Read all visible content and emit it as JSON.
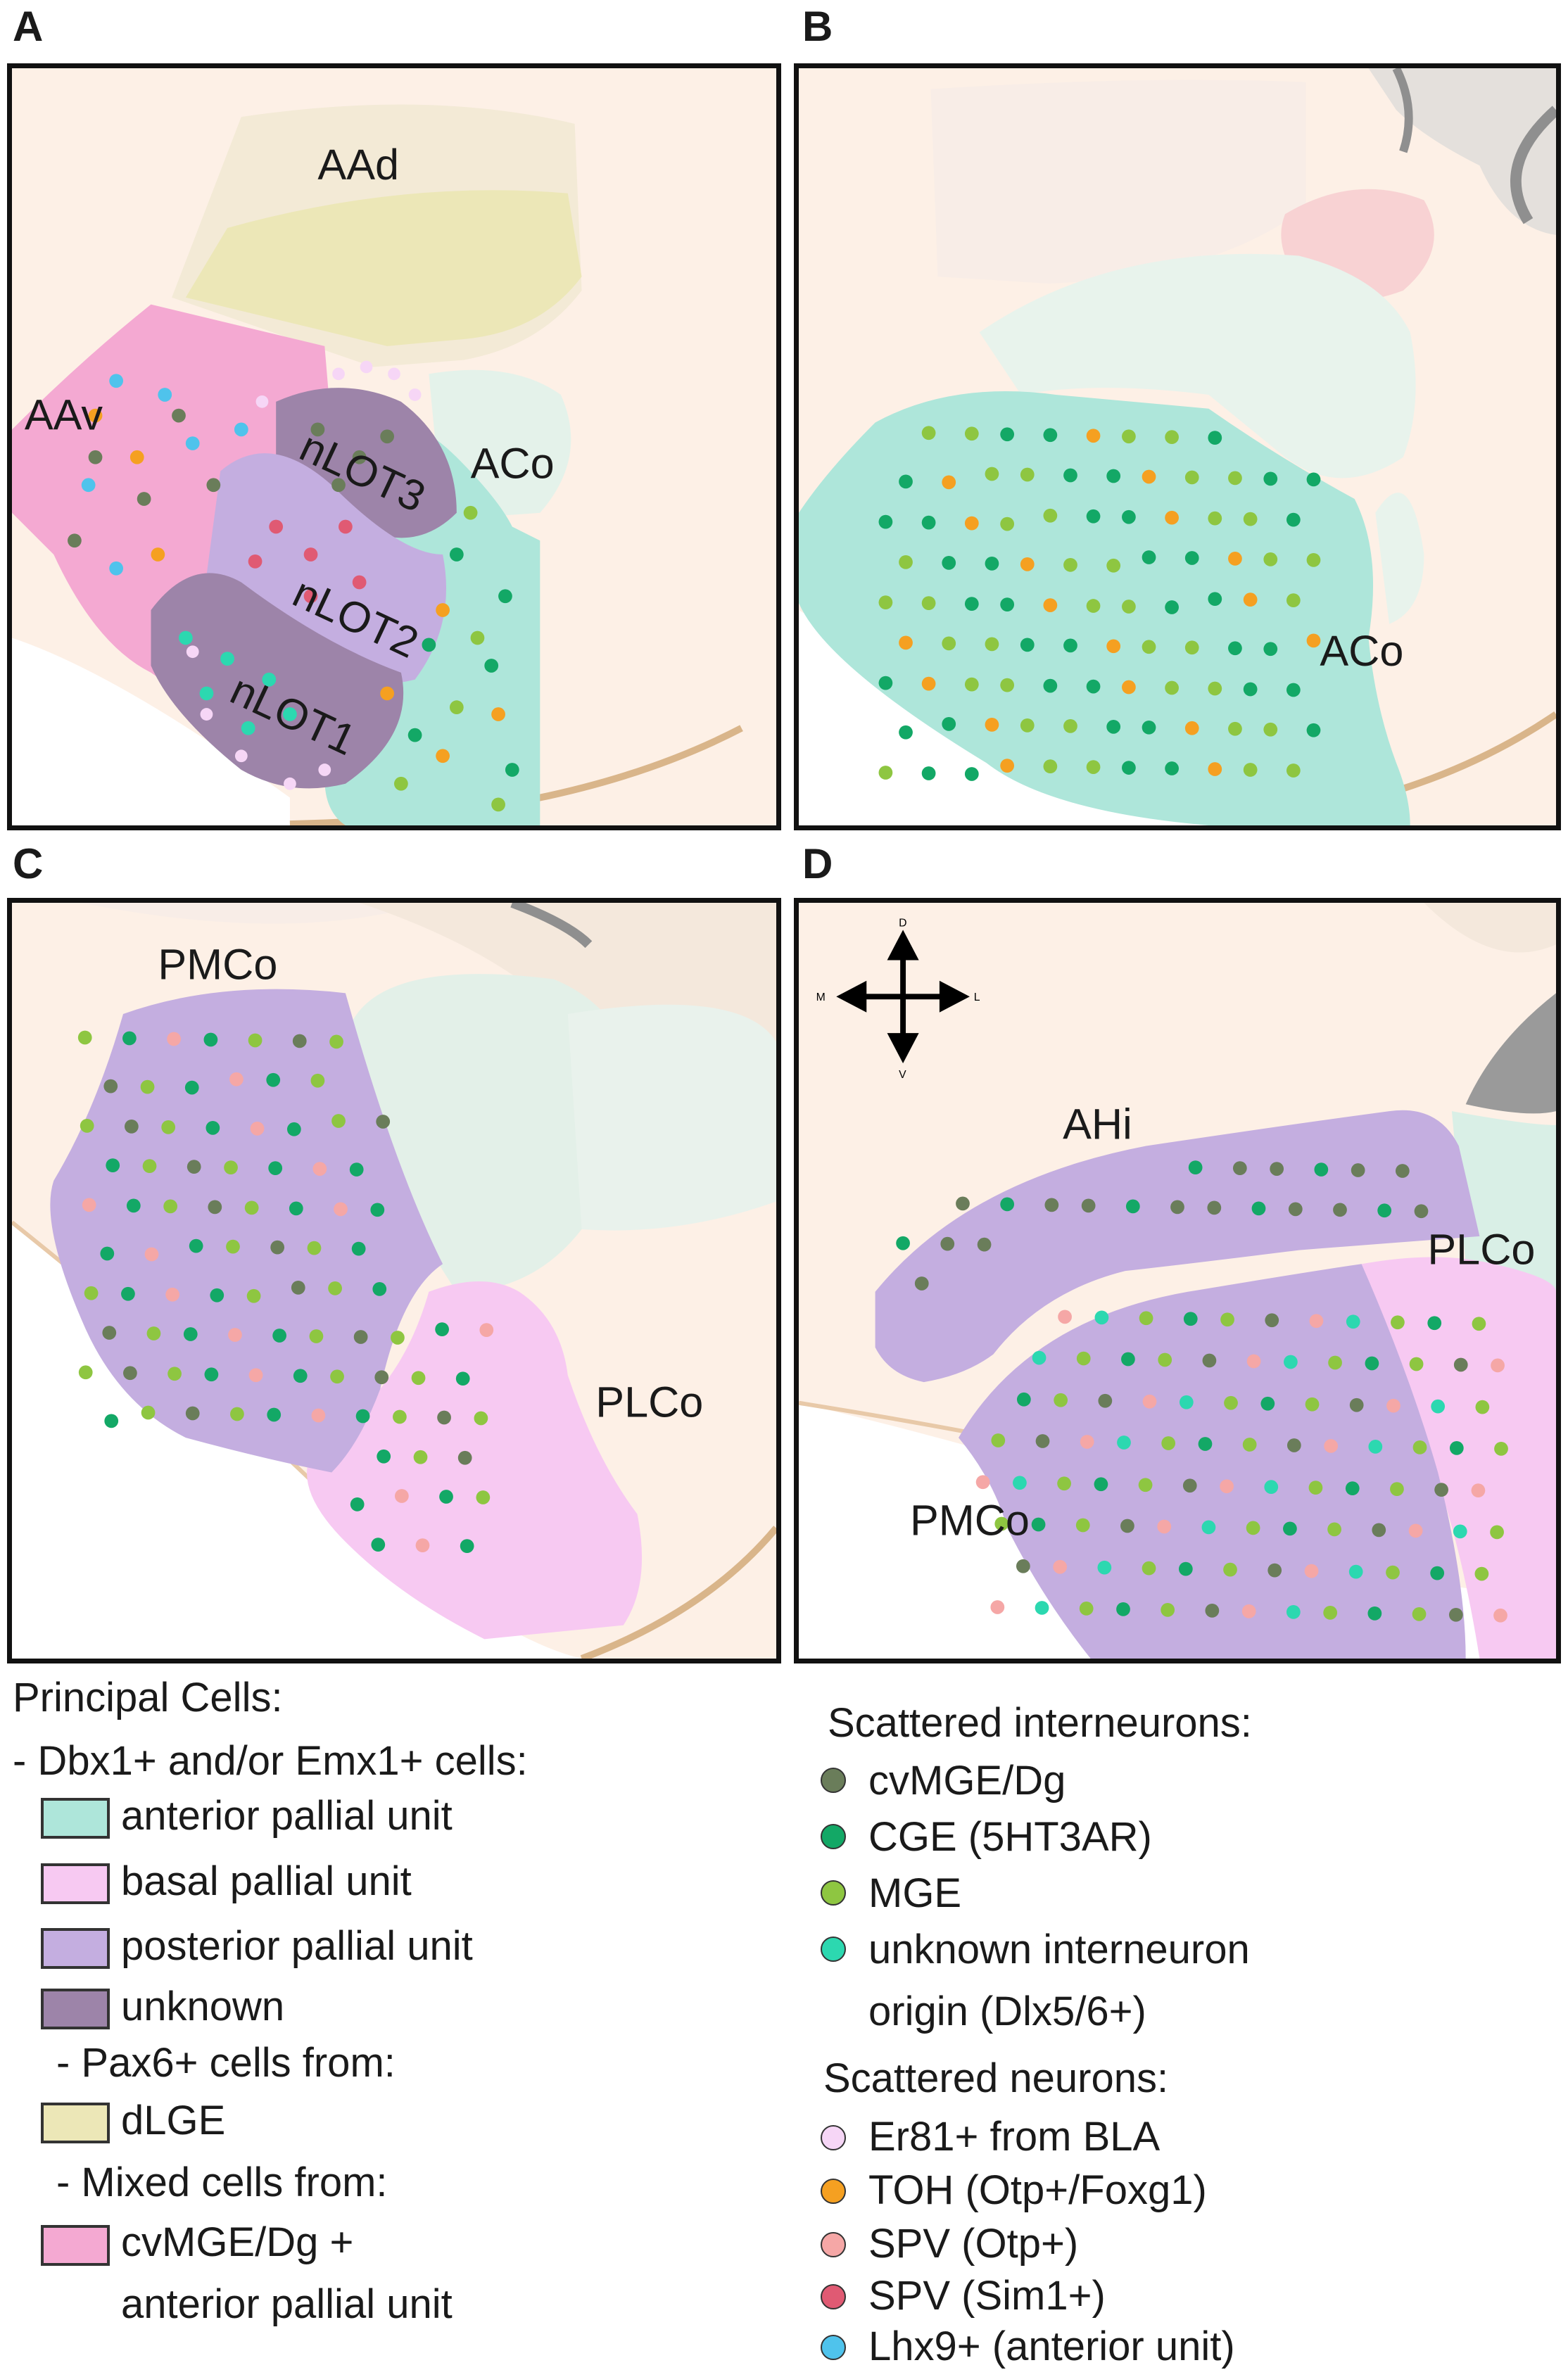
{
  "panels": [
    {
      "letter": "A",
      "labels": {
        "aad": "AAd",
        "aav": "AAv",
        "aco": "ACo",
        "nlot3": "nLOT3",
        "nlot2": "nLOT2",
        "nlot1": "nLOT1"
      }
    },
    {
      "letter": "B",
      "labels": {
        "aco": "ACo"
      }
    },
    {
      "letter": "C",
      "labels": {
        "pmco": "PMCo",
        "plco": "PLCo"
      }
    },
    {
      "letter": "D",
      "labels": {
        "ahi": "AHi",
        "plco": "PLCo",
        "pmco": "PMCo",
        "compass_d": "D",
        "compass_v": "V",
        "compass_m": "M",
        "compass_l": "L"
      }
    }
  ],
  "colors": {
    "anterior_pallial": "#aee6da",
    "basal_pallial": "#f7c9f2",
    "posterior_pallial": "#c4aee0",
    "unknown": "#9d84a9",
    "dlge": "#ece7b7",
    "mixed": "#f4a9d2",
    "cvmge_dg": "#6a7d5a",
    "cge": "#13a866",
    "mge": "#8ec641",
    "unknown_interneuron": "#2cd8b0",
    "er81": "#f6d6f6",
    "toh": "#f5a021",
    "spv_otp": "#f5a7a6",
    "spv_sim1": "#e05a73",
    "lhx9": "#4fc3ec"
  },
  "legend_left": {
    "title": "Principal Cells:",
    "subtitle1": "- Dbx1+ and/or Emx1+ cells:",
    "anterior": "anterior pallial unit",
    "basal": "basal pallial unit",
    "posterior": "posterior pallial unit",
    "unknown": "unknown",
    "subtitle2": "- Pax6+ cells from:",
    "dlge": "dLGE",
    "subtitle3": "- Mixed cells from:",
    "mixed1": "cvMGE/Dg +",
    "mixed2": "anterior pallial unit"
  },
  "legend_right": {
    "title1": "Scattered interneurons:",
    "cvmge": "cvMGE/Dg",
    "cge": "CGE (5HT3AR)",
    "mge": "MGE",
    "unk1": "unknown interneuron",
    "unk2": "origin (Dlx5/6+)",
    "title2": "Scattered neurons:",
    "er81": "Er81+ from BLA",
    "toh": "TOH (Otp+/Foxg1)",
    "spv_otp": "SPV (Otp+)",
    "spv_sim1": "SPV (Sim1+)",
    "lhx9": "Lhx9+ (anterior unit)"
  }
}
